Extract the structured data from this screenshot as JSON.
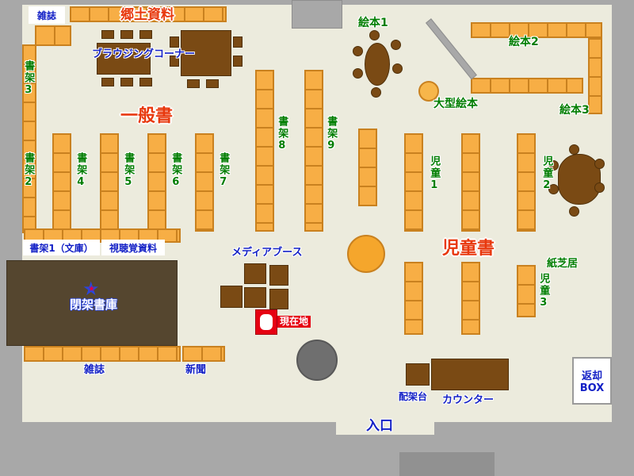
{
  "colors": {
    "floor": "#ecebdd",
    "wall": "#a8a8a8",
    "shelf": "#f7ae45",
    "shelf_border": "#c9811f",
    "furniture": "#7a4a14",
    "closed_stacks": "#55462f",
    "label_green": "#007d00",
    "label_blue": "#1320c6",
    "label_red": "#e8380d",
    "highlight_red": "#e60012"
  },
  "labels": {
    "magazines_top": "雑誌",
    "local_materials": "郷土資料",
    "browsing_corner": "ブラウジングコーナー",
    "shelf_3": "書架3",
    "shelf_2": "書架2",
    "general_books": "一般書",
    "shelf_4": "書架4",
    "shelf_5": "書架5",
    "shelf_6": "書架6",
    "shelf_7": "書架7",
    "shelf_8": "書架8",
    "shelf_9": "書架9",
    "picture_books_1": "絵本1",
    "picture_books_2": "絵本2",
    "picture_books_3": "絵本3",
    "large_picture_books": "大型絵本",
    "children_1": "児童1",
    "children_2": "児童2",
    "children_3": "児童3",
    "children_books": "児童書",
    "kamishibai": "紙芝居",
    "shelf_1_bunko": "書架1（文庫）",
    "audio_visual": "視聴覚資料",
    "media_booth": "メディアブース",
    "closed_stacks": "閉架書庫",
    "current_location": "現在地",
    "magazines_bottom": "雑誌",
    "newspapers": "新聞",
    "sorting_stand": "配架台",
    "counter": "カウンター",
    "return_box_line1": "返却",
    "return_box_line2": "BOX",
    "entrance": "入口"
  }
}
